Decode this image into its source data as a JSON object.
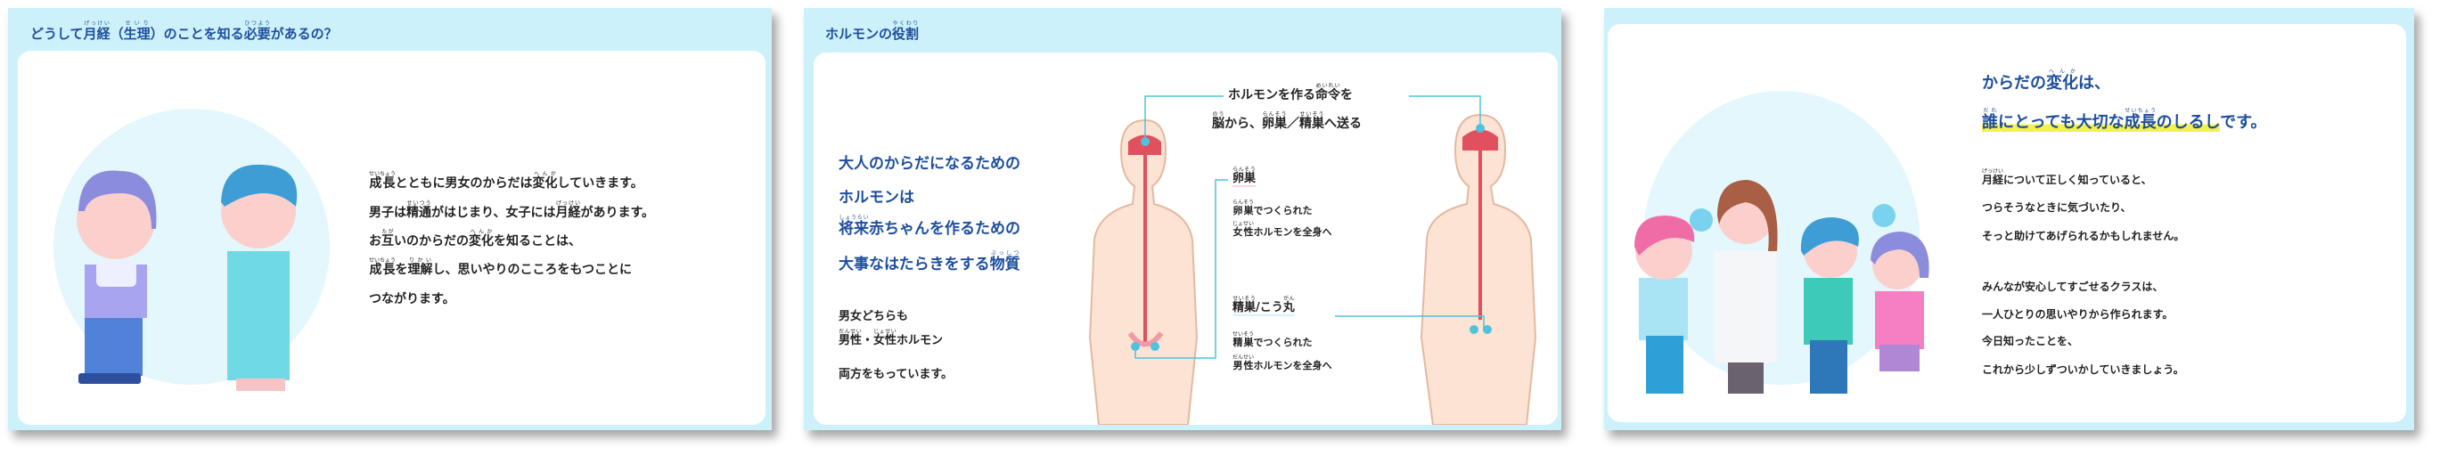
{
  "slide1": {
    "title": [
      "どうして",
      [
        "月経",
        "げっけい"
      ],
      "（",
      [
        "生理",
        "せいり"
      ],
      "）のことを知る",
      [
        "必要",
        "ひつよう"
      ],
      "があるの？"
    ],
    "body": [
      [
        [
          "成長",
          "せいちょう"
        ],
        "とともに男女のからだは",
        [
          "変化",
          "へんか"
        ],
        "していきます。"
      ],
      [
        "男子は",
        [
          "精通",
          "せいつう"
        ],
        "がはじまり、女子には",
        [
          "月経",
          "げっけい"
        ],
        "があります。"
      ],
      [
        "お",
        [
          "互",
          "たが"
        ],
        "いのからだの",
        [
          "変化",
          "へんか"
        ],
        "を知ることは、"
      ],
      [
        [
          "成長",
          "せいちょう"
        ],
        "を",
        [
          "理解",
          "りかい"
        ],
        "し、思いやりのこころをもつことに"
      ],
      [
        "つながります。"
      ]
    ]
  },
  "slide2": {
    "title": [
      "ホルモンの",
      [
        "役割",
        "やくわり"
      ]
    ],
    "lead": [
      [
        "大人のからだになるための"
      ],
      [
        "ホルモンは"
      ],
      [
        [
          "将来",
          "しょうらい"
        ],
        "赤ちゃんを作るための"
      ],
      [
        "大事なはたらきをする",
        [
          "物質",
          "ぶっしつ"
        ]
      ]
    ],
    "note": [
      [
        "男女どちらも"
      ],
      [
        [
          "男性",
          "だんせい"
        ],
        "・",
        [
          "女性",
          "じょせい"
        ],
        "ホルモン"
      ],
      [
        "両方をもっています。"
      ]
    ],
    "brain_label": [
      [
        "ホルモンを作る",
        [
          "命令",
          "めいれい"
        ],
        "を"
      ],
      [
        [
          "脳",
          "のう"
        ],
        "から、",
        [
          "卵巣",
          "らんそう"
        ],
        "／",
        [
          "精巣",
          "せいそう"
        ],
        "へ送る"
      ]
    ],
    "ovary_label": [
      [
        "卵巣",
        "らんそう"
      ]
    ],
    "ovary_desc": [
      [
        [
          "卵巣",
          "らんそう"
        ],
        "でつくられた"
      ],
      [
        [
          "女性",
          "じょせい"
        ],
        "ホルモンを全身へ"
      ]
    ],
    "testis_label": [
      [
        "精巣",
        "せいそう"
      ],
      "/こう",
      [
        "丸",
        "がん"
      ]
    ],
    "testis_desc": [
      [
        [
          "精巣",
          "せいそう"
        ],
        "でつくられた"
      ],
      [
        [
          "男性",
          "だんせい"
        ],
        "ホルモンを全身へ"
      ]
    ]
  },
  "slide3": {
    "heading": [
      [
        "からだの",
        [
          "変化",
          "へんか"
        ],
        "は、"
      ],
      [
        [
          "誰",
          "だれ"
        ],
        "にとっても大切な",
        [
          "成長",
          "せいちょう"
        ],
        "のしるし",
        "です。"
      ]
    ],
    "body": [
      [
        [
          "月経",
          "げっけい"
        ],
        "について正しく知っていると、"
      ],
      [
        "つらそうなときに気づいたり、"
      ],
      [
        "そっと助けてあげられるかもしれません。"
      ],
      [
        "みんなが安心してすごせるクラスは、"
      ],
      [
        "一人ひとりの思いやりから作られます。"
      ],
      [
        "今日知ったことを、"
      ],
      [
        "これから少しずついかしていきましょう。"
      ]
    ]
  },
  "colors": {
    "header_bg": "#cdf1fa",
    "title_blue": "#1d4e9e",
    "highlight": "#f4f14a",
    "skin": "#fde3d3",
    "vessel": "#e0505e",
    "line": "#4fc3dc"
  }
}
